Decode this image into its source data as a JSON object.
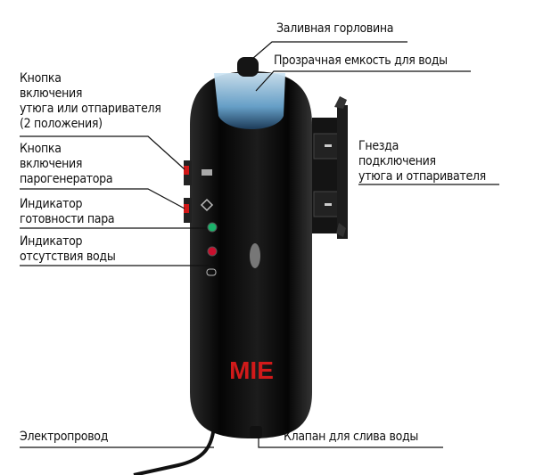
{
  "labels": {
    "filler_neck": "Заливная горловина",
    "water_tank": "Прозрачная емкость для воды",
    "iron_button": [
      "Кнопка",
      "включения",
      "утюга или отпаривателя",
      "(2 положения)"
    ],
    "steam_gen_button": [
      "Кнопка",
      "включения",
      "парогенератора"
    ],
    "steam_ready": [
      "Индикатор",
      "готовности пара"
    ],
    "no_water": [
      "Индикатор",
      "отсутствия воды"
    ],
    "sockets": [
      "Гнезда",
      "подключения",
      "утюга и отпаривателя"
    ],
    "power_cord": "Электропровод",
    "drain_valve": "Клапан для слива воды"
  },
  "brand_logo": "MIE",
  "colors": {
    "body": "#0a0a0a",
    "tank": "#7fb4d8",
    "logo": "#d11a1a",
    "ready_led": "#1bb36b",
    "water_led": "#c8102e"
  }
}
